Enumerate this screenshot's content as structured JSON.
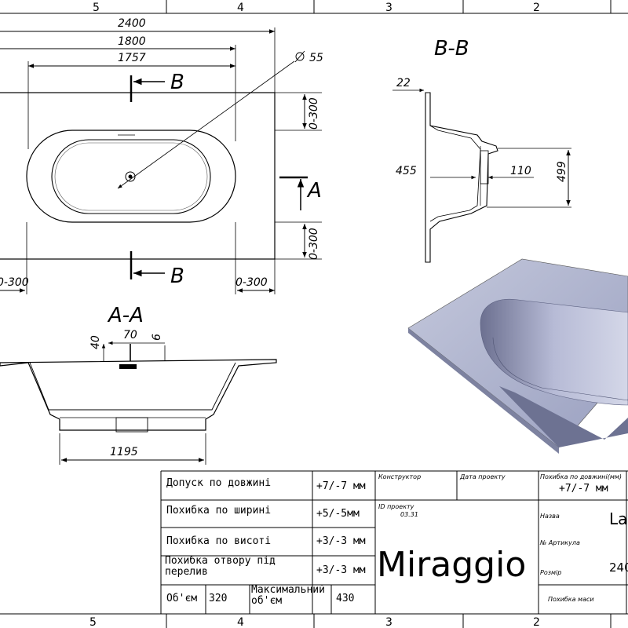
{
  "frame": {
    "zones_top": [
      "5",
      "4",
      "3",
      "2"
    ],
    "zones_bottom": [
      "5",
      "4",
      "3",
      "2"
    ]
  },
  "plan_view": {
    "dim_overall": "2400",
    "dim_inner": "1800",
    "dim_bowl": "1757",
    "drain_dia": "55",
    "offset_right_top": "0-300",
    "offset_right_bottom": "0-300",
    "offset_left": "0-300",
    "offset_bottom_right": "0-300",
    "section_b": "B",
    "section_a": "A"
  },
  "section_aa": {
    "title": "A-A",
    "dim_40": "40",
    "dim_70": "70",
    "dim_6": "6",
    "dim_1195": "1195"
  },
  "section_bb": {
    "title": "B-B",
    "dim_22": "22",
    "dim_455": "455",
    "dim_110": "110",
    "dim_499": "499"
  },
  "title_block": {
    "tolerances": [
      {
        "label": "Допуск по довжині",
        "value": "+7/-7 мм"
      },
      {
        "label": "Похибка по ширині",
        "value": "+5/-5мм"
      },
      {
        "label": "Похибка по висоті",
        "value": "+3/-3 мм"
      },
      {
        "label": "Похибка отвору під перелив",
        "value": "+3/-3 мм"
      }
    ],
    "volume_label": "Об'єм",
    "volume_value": "320",
    "max_volume_label": "Максимальний об'єм",
    "max_volume_value": "430",
    "designer_label": "Конструктор",
    "date_label": "Дата проекту",
    "project_id_label": "ID проекту",
    "project_id_value": "03.31",
    "logo": "Miraggio",
    "length_tol_label": "Похибка по довжині(мм)",
    "length_tol_value": "+7/-7 мм",
    "name_label": "Назва",
    "name_value": "La",
    "article_label": "№ Артикула",
    "size_label": "Розмір",
    "size_value": "240",
    "mass_tol_label": "Похибка маси"
  }
}
